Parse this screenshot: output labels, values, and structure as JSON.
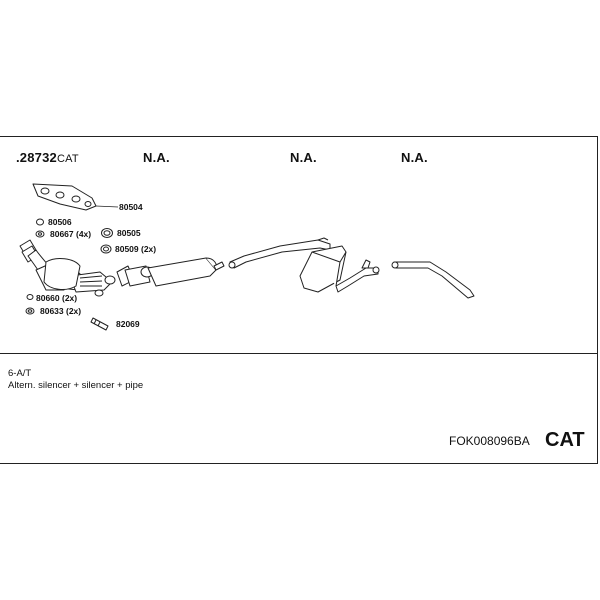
{
  "header": {
    "part_number": ".28732",
    "part_suffix": "CAT",
    "sections": [
      "N.A.",
      "N.A.",
      "N.A."
    ]
  },
  "labels": [
    {
      "text": "80504"
    },
    {
      "text": "80506"
    },
    {
      "text": "80667 (4x)"
    },
    {
      "text": "80505"
    },
    {
      "text": "80509 (2x)"
    },
    {
      "text": "80660 (2x)"
    },
    {
      "text": "80633 (2x)"
    },
    {
      "text": "82069"
    }
  ],
  "notes": {
    "line1": "6-A/T",
    "line2": "Altern. silencer + silencer  + pipe"
  },
  "footer": {
    "code": "FOK008096BA",
    "badge": "CAT"
  }
}
